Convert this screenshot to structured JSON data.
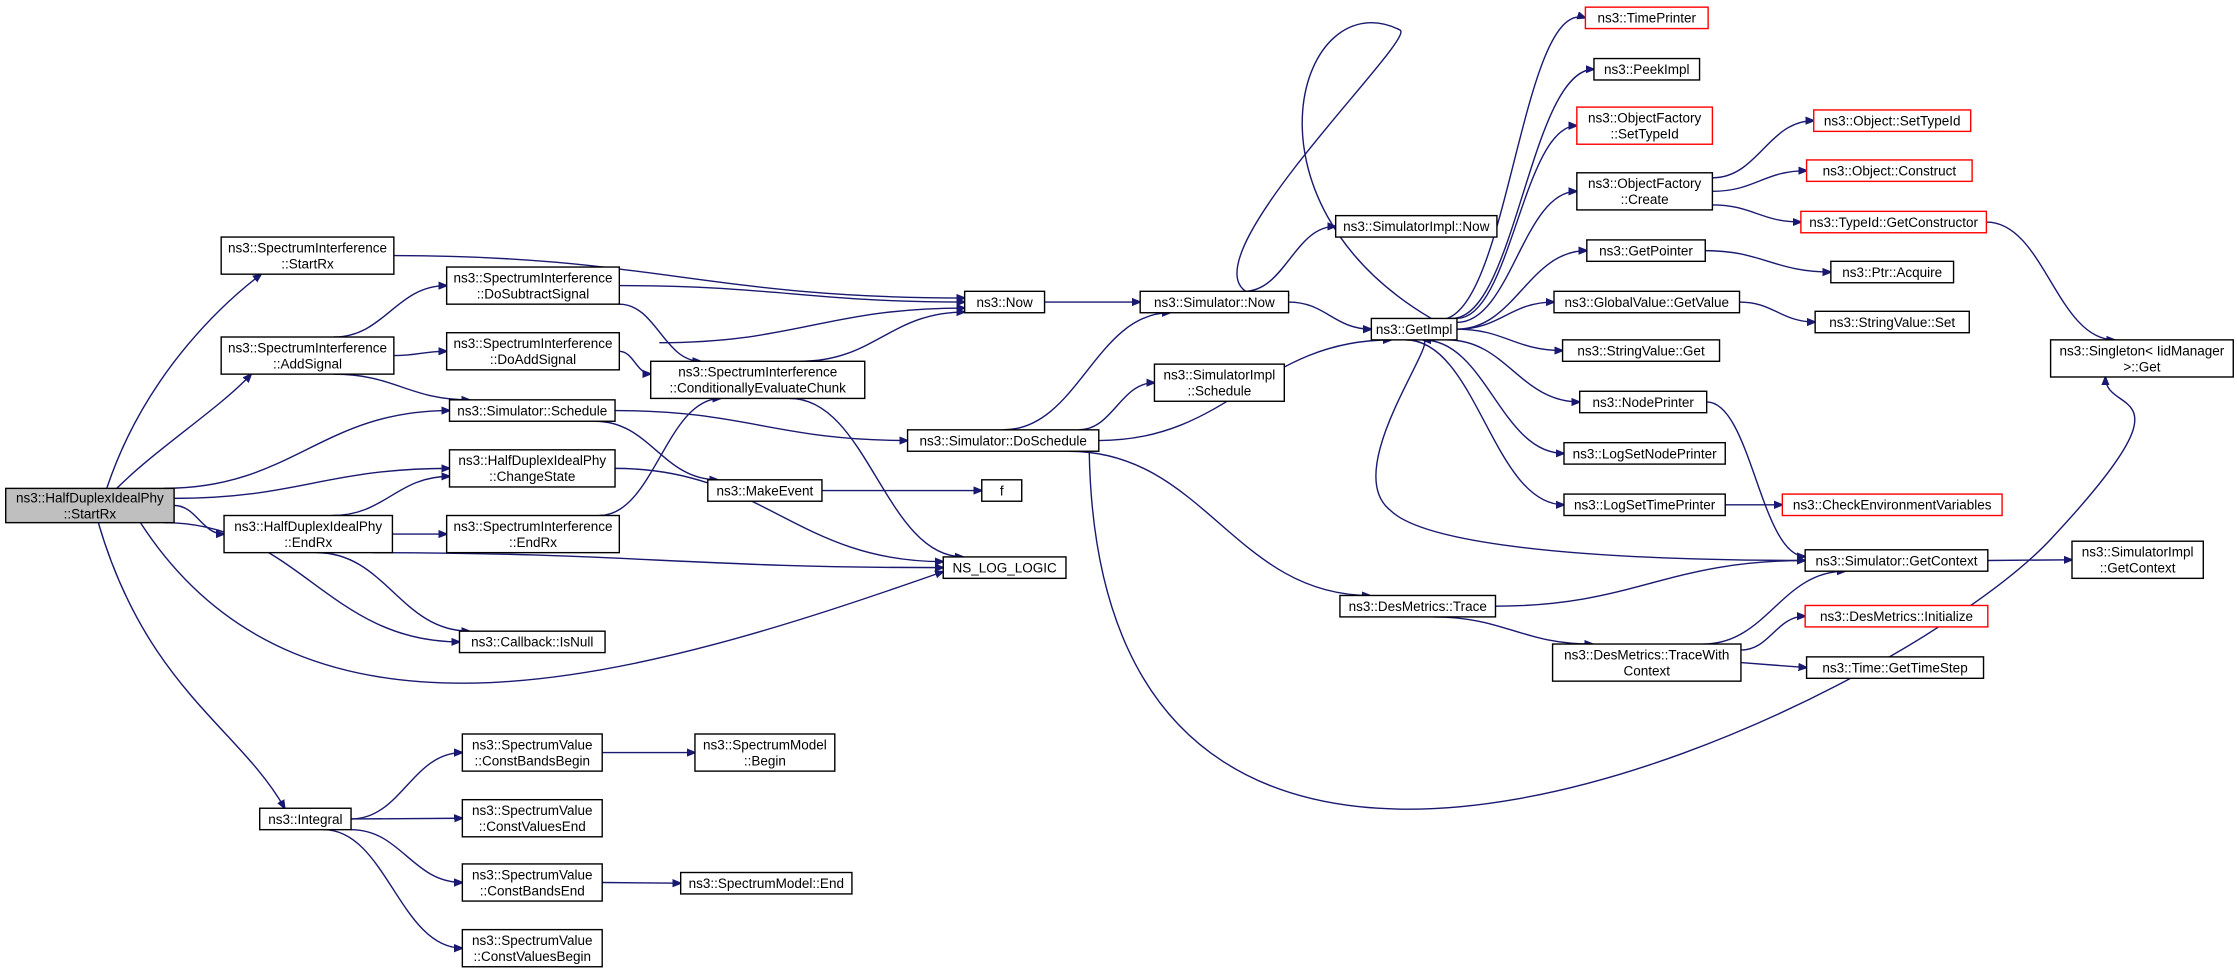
{
  "diagram": {
    "nodes": [
      {
        "id": "root",
        "lines": [
          "ns3::HalfDuplexIdealPhy",
          "::StartRx"
        ],
        "style": "root"
      },
      {
        "id": "si_startrx",
        "lines": [
          "ns3::SpectrumInterference",
          "::StartRx"
        ]
      },
      {
        "id": "si_addsignal",
        "lines": [
          "ns3::SpectrumInterference",
          "::AddSignal"
        ]
      },
      {
        "id": "sim_schedule",
        "lines": [
          "ns3::Simulator::Schedule"
        ]
      },
      {
        "id": "hdp_changestate",
        "lines": [
          "ns3::HalfDuplexIdealPhy",
          "::ChangeState"
        ]
      },
      {
        "id": "hdp_endrx",
        "lines": [
          "ns3::HalfDuplexIdealPhy",
          "::EndRx"
        ]
      },
      {
        "id": "cb_isnull",
        "lines": [
          "ns3::Callback::IsNull"
        ]
      },
      {
        "id": "integral",
        "lines": [
          "ns3::Integral"
        ]
      },
      {
        "id": "si_dosubtract",
        "lines": [
          "ns3::SpectrumInterference",
          "::DoSubtractSignal"
        ]
      },
      {
        "id": "si_doadd",
        "lines": [
          "ns3::SpectrumInterference",
          "::DoAddSignal"
        ]
      },
      {
        "id": "si_endrx",
        "lines": [
          "ns3::SpectrumInterference",
          "::EndRx"
        ]
      },
      {
        "id": "now",
        "lines": [
          "ns3::Now"
        ]
      },
      {
        "id": "si_condeval",
        "lines": [
          "ns3::SpectrumInterference",
          "::ConditionallyEvaluateChunk"
        ]
      },
      {
        "id": "makeevent",
        "lines": [
          "ns3::MakeEvent"
        ]
      },
      {
        "id": "f",
        "lines": [
          "f"
        ]
      },
      {
        "id": "nslog",
        "lines": [
          "NS_LOG_LOGIC"
        ]
      },
      {
        "id": "sv_cbb",
        "lines": [
          "ns3::SpectrumValue",
          "::ConstBandsBegin"
        ]
      },
      {
        "id": "sv_cve",
        "lines": [
          "ns3::SpectrumValue",
          "::ConstValuesEnd"
        ]
      },
      {
        "id": "sv_cbe",
        "lines": [
          "ns3::SpectrumValue",
          "::ConstBandsEnd"
        ]
      },
      {
        "id": "sv_cvb",
        "lines": [
          "ns3::SpectrumValue",
          "::ConstValuesBegin"
        ]
      },
      {
        "id": "sm_begin",
        "lines": [
          "ns3::SpectrumModel",
          "::Begin"
        ]
      },
      {
        "id": "sm_end",
        "lines": [
          "ns3::SpectrumModel::End"
        ]
      },
      {
        "id": "sim_now",
        "lines": [
          "ns3::Simulator::Now"
        ]
      },
      {
        "id": "sim_doschedule",
        "lines": [
          "ns3::Simulator::DoSchedule"
        ]
      },
      {
        "id": "simimpl_now",
        "lines": [
          "ns3::SimulatorImpl::Now"
        ]
      },
      {
        "id": "simimpl_schedule",
        "lines": [
          "ns3::SimulatorImpl",
          "::Schedule"
        ]
      },
      {
        "id": "getimpl",
        "lines": [
          "ns3::GetImpl"
        ]
      },
      {
        "id": "desm_trace",
        "lines": [
          "ns3::DesMetrics::Trace"
        ]
      },
      {
        "id": "timeprinter",
        "lines": [
          "ns3::TimePrinter"
        ],
        "style": "trunc"
      },
      {
        "id": "peekimpl",
        "lines": [
          "ns3::PeekImpl"
        ]
      },
      {
        "id": "of_settypeid",
        "lines": [
          "ns3::ObjectFactory",
          "::SetTypeId"
        ],
        "style": "trunc"
      },
      {
        "id": "of_create",
        "lines": [
          "ns3::ObjectFactory",
          "::Create"
        ]
      },
      {
        "id": "getpointer",
        "lines": [
          "ns3::GetPointer"
        ]
      },
      {
        "id": "gv_getvalue",
        "lines": [
          "ns3::GlobalValue::GetValue"
        ]
      },
      {
        "id": "strv_get",
        "lines": [
          "ns3::StringValue::Get"
        ]
      },
      {
        "id": "nodeprinter",
        "lines": [
          "ns3::NodePrinter"
        ]
      },
      {
        "id": "logsetnodeprinter",
        "lines": [
          "ns3::LogSetNodePrinter"
        ]
      },
      {
        "id": "logsettimeprinter",
        "lines": [
          "ns3::LogSetTimePrinter"
        ]
      },
      {
        "id": "desm_tracewith",
        "lines": [
          "ns3::DesMetrics::TraceWith",
          "Context"
        ]
      },
      {
        "id": "obj_settypeid",
        "lines": [
          "ns3::Object::SetTypeId"
        ],
        "style": "trunc"
      },
      {
        "id": "obj_construct",
        "lines": [
          "ns3::Object::Construct"
        ],
        "style": "trunc"
      },
      {
        "id": "tid_getconstructor",
        "lines": [
          "ns3::TypeId::GetConstructor"
        ],
        "style": "trunc"
      },
      {
        "id": "ptr_acquire",
        "lines": [
          "ns3::Ptr::Acquire"
        ]
      },
      {
        "id": "strv_set",
        "lines": [
          "ns3::StringValue::Set"
        ]
      },
      {
        "id": "checkenv",
        "lines": [
          "ns3::CheckEnvironmentVariables"
        ],
        "style": "trunc"
      },
      {
        "id": "sim_getcontext",
        "lines": [
          "ns3::Simulator::GetContext"
        ]
      },
      {
        "id": "desm_init",
        "lines": [
          "ns3::DesMetrics::Initialize"
        ],
        "style": "trunc"
      },
      {
        "id": "time_getts",
        "lines": [
          "ns3::Time::GetTimeStep"
        ]
      },
      {
        "id": "singleton_get",
        "lines": [
          "ns3::Singleton< IidManager",
          " >::Get"
        ]
      },
      {
        "id": "simimpl_getcontext",
        "lines": [
          "ns3::SimulatorImpl",
          "::GetContext"
        ]
      }
    ]
  }
}
